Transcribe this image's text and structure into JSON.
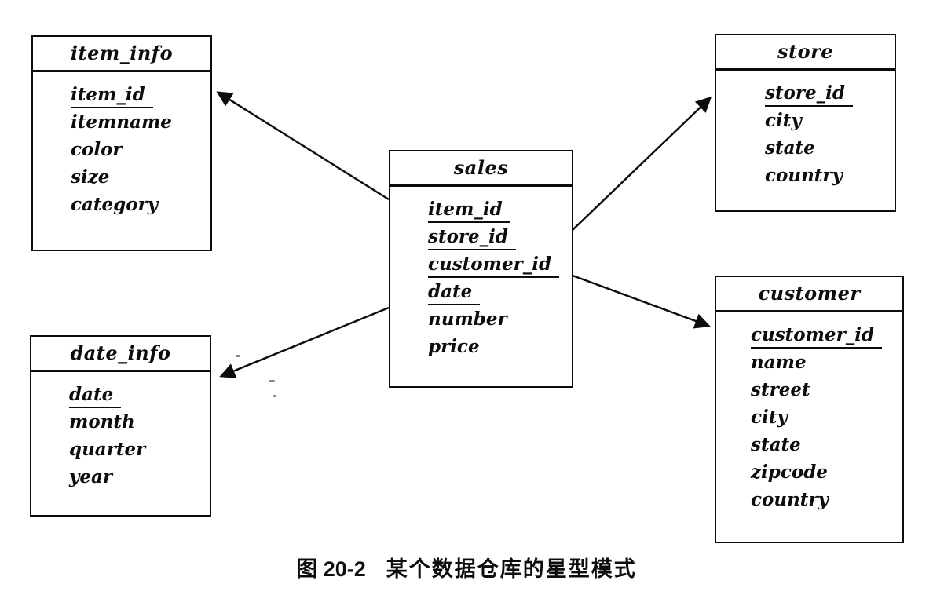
{
  "figure": {
    "caption_prefix": "图 20-2",
    "caption_text": "某个数据仓库的星型模式"
  },
  "diagram": {
    "type": "star-schema",
    "fact_table": "sales",
    "tables": [
      {
        "id": "item_info",
        "title": "item_info",
        "fields": [
          {
            "name": "item_id",
            "key": true
          },
          {
            "name": "itemname",
            "key": false
          },
          {
            "name": "color",
            "key": false
          },
          {
            "name": "size",
            "key": false
          },
          {
            "name": "category",
            "key": false
          }
        ]
      },
      {
        "id": "store",
        "title": "store",
        "fields": [
          {
            "name": "store_id",
            "key": true
          },
          {
            "name": "city",
            "key": false
          },
          {
            "name": "state",
            "key": false
          },
          {
            "name": "country",
            "key": false
          }
        ]
      },
      {
        "id": "sales",
        "title": "sales",
        "fields": [
          {
            "name": "item_id",
            "key": true
          },
          {
            "name": "store_id",
            "key": true
          },
          {
            "name": "customer_id",
            "key": true
          },
          {
            "name": "date",
            "key": true
          },
          {
            "name": "number",
            "key": false
          },
          {
            "name": "price",
            "key": false
          }
        ]
      },
      {
        "id": "date_info",
        "title": "date_info",
        "fields": [
          {
            "name": "date",
            "key": true
          },
          {
            "name": "month",
            "key": false
          },
          {
            "name": "quarter",
            "key": false
          },
          {
            "name": "year",
            "key": false
          }
        ]
      },
      {
        "id": "customer",
        "title": "customer",
        "fields": [
          {
            "name": "customer_id",
            "key": true
          },
          {
            "name": "name",
            "key": false
          },
          {
            "name": "street",
            "key": false
          },
          {
            "name": "city",
            "key": false
          },
          {
            "name": "state",
            "key": false
          },
          {
            "name": "zipcode",
            "key": false
          },
          {
            "name": "country",
            "key": false
          }
        ]
      }
    ],
    "relationships": [
      {
        "from": "sales",
        "to": "item_info"
      },
      {
        "from": "sales",
        "to": "store"
      },
      {
        "from": "sales",
        "to": "date_info"
      },
      {
        "from": "sales",
        "to": "customer"
      }
    ],
    "line_color": "#0d0d0d",
    "background_color": "#ffffff"
  }
}
